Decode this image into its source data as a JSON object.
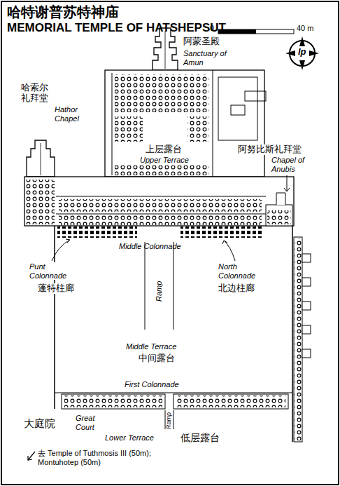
{
  "diagram": {
    "title": "哈特谢普苏特神庙",
    "labels": [
      "MEMORIAL TEMPLE OF HATSHEPSUT",
      "0",
      "40 m",
      "lp",
      "阿蒙圣殿",
      "Sanctuary of Amun",
      "哈索尔礼拜堂",
      "Hathor Chapel",
      "阿努比斯礼拜堂",
      "Chapel of Anubis",
      "上层露台",
      "Upper Terrace",
      "Middle Colonnade",
      "Punt Colonnade",
      "蓬特柱廊",
      "North Colonnade",
      "北边柱廊",
      "Ramp",
      "Middle Terrace",
      "中间露台",
      "First Colonnade",
      "大庭院",
      "Great Court",
      "Ramp",
      "Lower Terrace",
      "低层露台",
      "去 Temple of Tuthmosis III (50m); Montuhotep (50m)"
    ]
  }
}
